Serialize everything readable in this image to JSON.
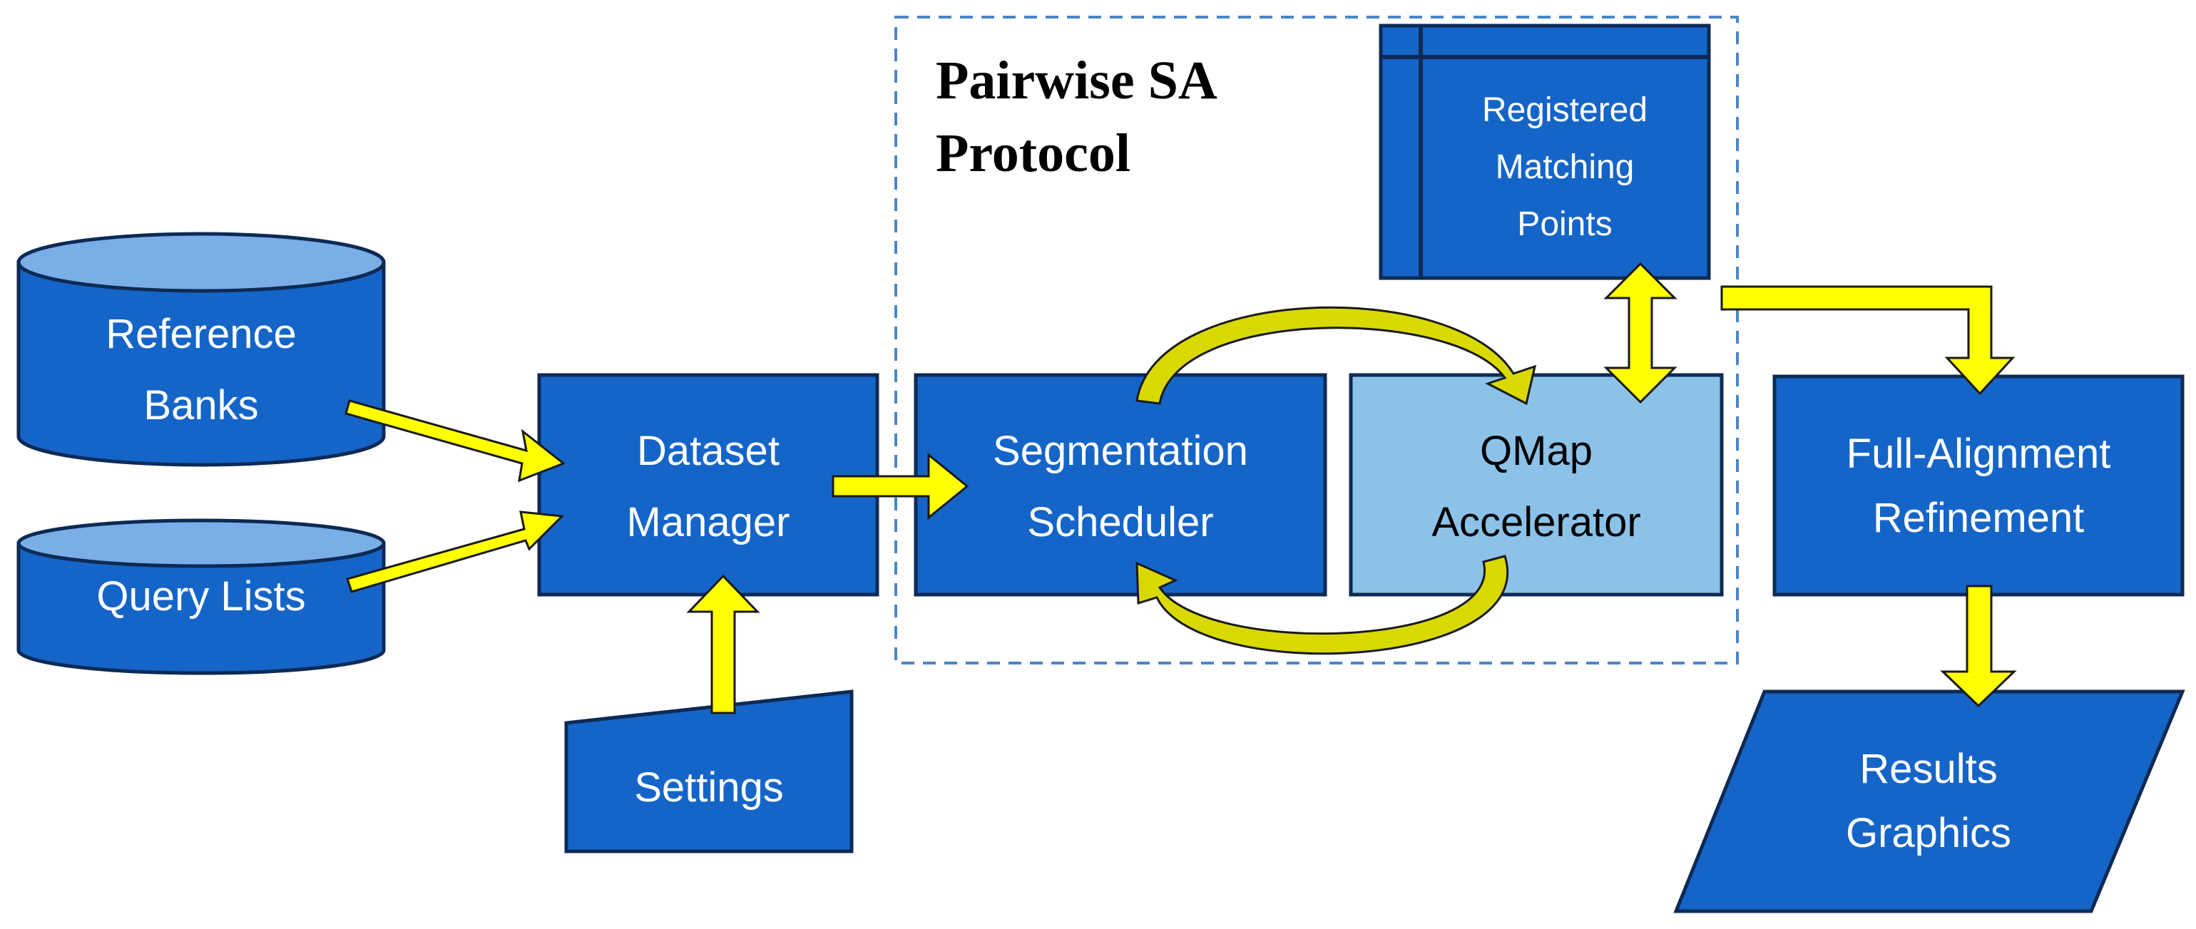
{
  "diagram": {
    "group": {
      "title_line1": "Pairwise SA",
      "title_line2": "Protocol"
    },
    "nodes": {
      "reference_banks": {
        "line1": "Reference",
        "line2": "Banks"
      },
      "query_lists": {
        "line1": "Query Lists"
      },
      "dataset_manager": {
        "line1": "Dataset",
        "line2": "Manager"
      },
      "settings": {
        "line1": "Settings"
      },
      "segmentation_scheduler": {
        "line1": "Segmentation",
        "line2": "Scheduler"
      },
      "qmap_accelerator": {
        "line1": "QMap",
        "line2": "Accelerator"
      },
      "registered_matching_points": {
        "line1": "Registered",
        "line2": "Matching",
        "line3": "Points"
      },
      "full_alignment_refinement": {
        "line1": "Full-Alignment",
        "line2": "Refinement"
      },
      "results_graphics": {
        "line1": "Results",
        "line2": "Graphics"
      }
    },
    "colors": {
      "box_fill": "#1565c8",
      "box_light_fill": "#8cc2e8",
      "cylinder_top": "#7aaee6",
      "arrow_fill": "#ffff00",
      "group_border": "#4a86c8"
    }
  }
}
